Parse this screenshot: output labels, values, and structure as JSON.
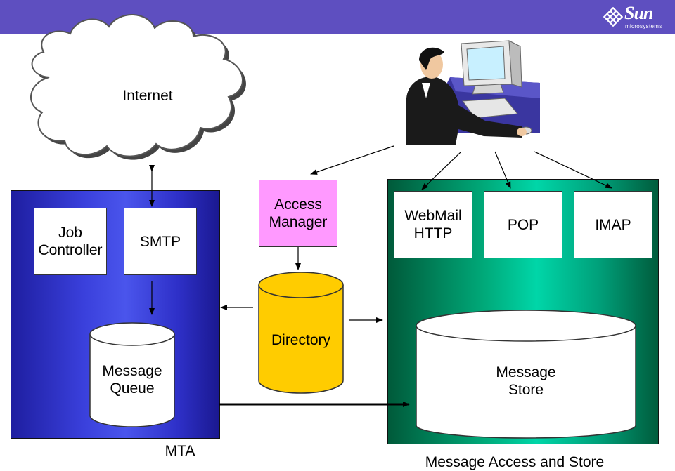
{
  "header": {
    "logo_text": "Sun",
    "logo_subtext": "microsystems",
    "bar_color": "#5e4fc0"
  },
  "internet": {
    "label": "Internet"
  },
  "mta": {
    "panel_label": "MTA",
    "job_controller": "Job\nController",
    "smtp": "SMTP",
    "message_queue": "Message\nQueue",
    "color": "#3a40dc"
  },
  "access_manager": {
    "label": "Access\nManager",
    "color": "#ff99ff"
  },
  "directory": {
    "label": "Directory",
    "color": "#ffcc00"
  },
  "message_access": {
    "panel_label": "Message Access and Store",
    "webmail": "WebMail\nHTTP",
    "pop": "POP",
    "imap": "IMAP",
    "message_store": "Message\nStore",
    "color": "#00c896"
  },
  "user": {
    "icon": "user-at-computer-icon"
  }
}
